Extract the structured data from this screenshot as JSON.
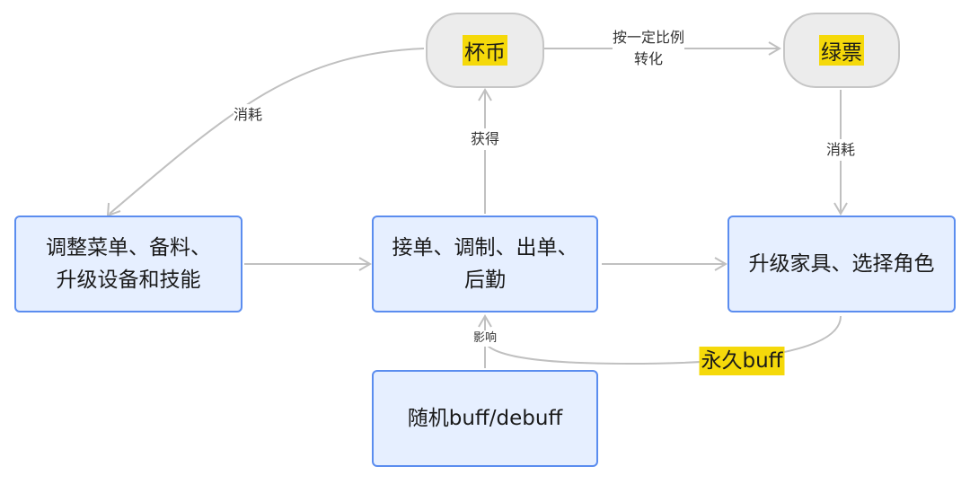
{
  "nodes": {
    "cup_coin": "杯币",
    "green_ticket": "绿票",
    "adjust_menu_line1": "调整菜单、备料、",
    "adjust_menu_line2": "升级设备和技能",
    "orders_line1": "接单、调制、出单、",
    "orders_line2": "后勤",
    "upgrade_furniture": "升级家具、选择角色",
    "random_buff": "随机buff/debuff"
  },
  "edge_labels": {
    "consume_left": "消耗",
    "convert_line1": "按一定比例",
    "convert_line2": "转化",
    "obtain": "获得",
    "consume_right": "消耗",
    "influence": "影响",
    "permanent_buff": "永久buff"
  },
  "colors": {
    "box_fill": "#e6efff",
    "box_border": "#5b8def",
    "pill_fill": "#ececec",
    "pill_border": "#c6c6c6",
    "highlight": "#f5d90a",
    "edge": "#c0c0c0"
  }
}
